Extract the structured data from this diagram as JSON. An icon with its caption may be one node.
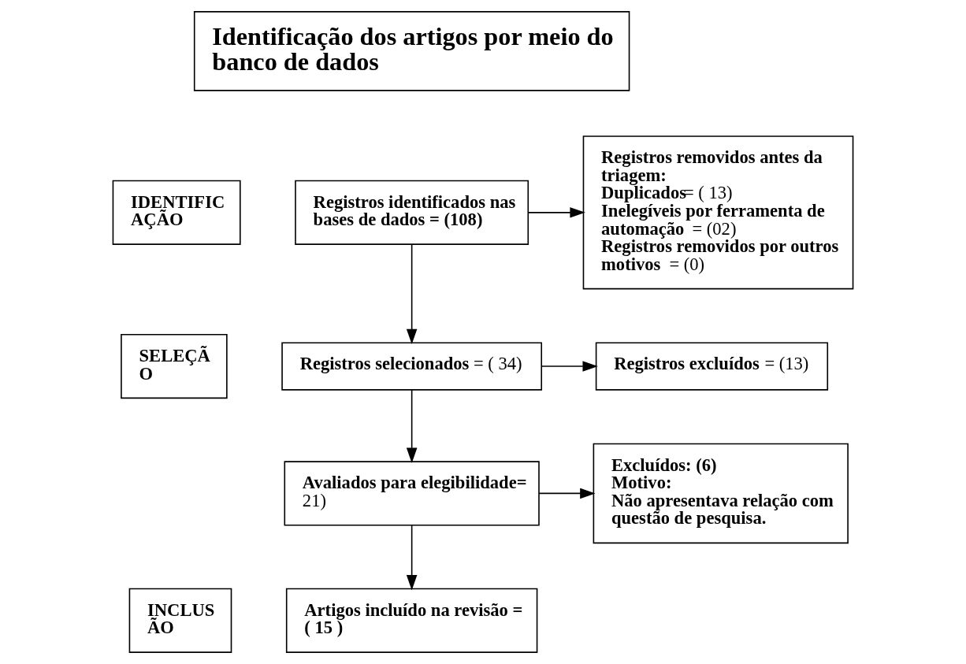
{
  "diagram": {
    "nodes": [
      {
        "text": [
          "IDENTIFIC AÇÃO"
        ]
      },
      {
        "text": [
          "SELEÇÃ O"
        ]
      },
      {
        "text": [
          "INCLUS ÃO"
        ]
      },
      {
        "text": [
          "Identificação dos artigos por meio do banco de dados"
        ]
      },
      {
        "text": [
          "Registros identificados nas bases de dados = (108)"
        ]
      },
      {
        "text": [
          "Registros removidos antes da triagem:",
          "**Duplicados**= ( 13)",
          "**Inelegíveis por ferramenta de automação** = (02)",
          "**Registros removidos por outros motivos** = (0)"
        ]
      },
      {
        "text": [
          "**Registros selecionados** = ( 34)"
        ]
      },
      {
        "text": [
          "**Registros excluídos** = (13)"
        ]
      },
      {
        "text": [
          "**Avaliados para elegibilidade=** 21)"
        ]
      },
      {
        "text": [
          "Excluídos: (6)",
          "Motivo:",
          "**Não apresentava relação com questão de pesquisa.**"
        ]
      },
      {
        "text": [
          "Artigos incluído na revisão = ( 15 )"
        ]
      }
    ],
    "edges": [
      {
        "from": 4,
        "to": 5,
        "arrow": "to"
      },
      {
        "from": 4,
        "to": 6,
        "arrow": "to"
      },
      {
        "from": 6,
        "to": 7,
        "arrow": "to"
      },
      {
        "from": 6,
        "to": 8,
        "arrow": "to"
      },
      {
        "from": 8,
        "to": 9,
        "arrow": "to"
      },
      {
        "from": 8,
        "to": 10,
        "arrow": "to"
      }
    ]
  }
}
